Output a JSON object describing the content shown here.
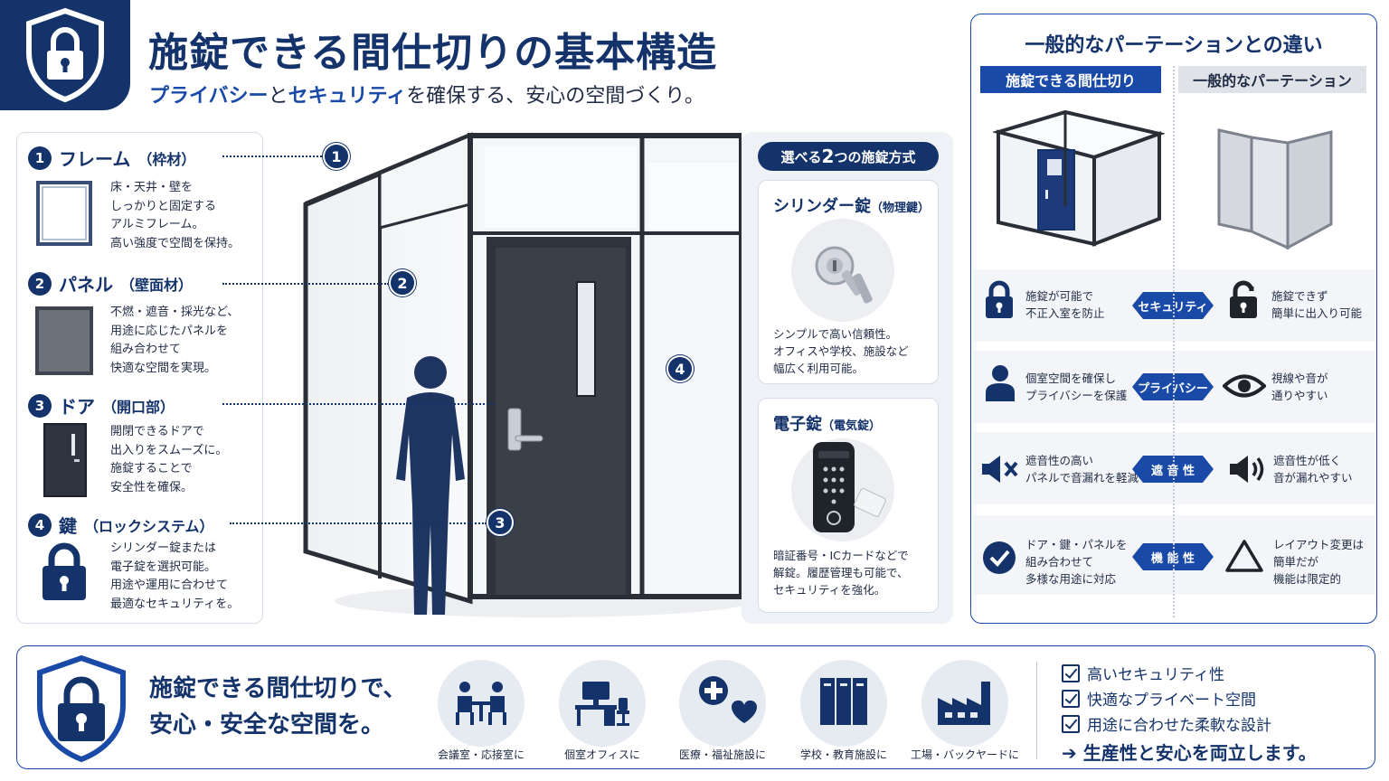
{
  "header": {
    "title": "施錠できる間仕切りの基本構造",
    "subtitle_part1": "プライバシー",
    "subtitle_part2": "と",
    "subtitle_part3": "セキュリティ",
    "subtitle_part4": "を確保する、安心の空間づくり。",
    "logo_icon": "shield-lock-icon"
  },
  "components": [
    {
      "num": "1",
      "name": "フレーム",
      "sub": "（枠材）",
      "desc": [
        "床・天井・壁を",
        "しっかりと固定する",
        "アルミフレーム。",
        "高い強度で空間を保持。"
      ]
    },
    {
      "num": "2",
      "name": "パネル",
      "sub": "（壁面材）",
      "desc": [
        "不燃・遮音・採光など、",
        "用途に応じたパネルを",
        "組み合わせて",
        "快適な空間を実現。"
      ]
    },
    {
      "num": "3",
      "name": "ドア",
      "sub": "（開口部）",
      "desc": [
        "開閉できるドアで",
        "出入りをスムーズに。",
        "施錠することで",
        "安全性を確保。"
      ]
    },
    {
      "num": "4",
      "name": "鍵",
      "sub": "（ロックシステム）",
      "desc": [
        "シリンダー錠または",
        "電子錠を選択可能。",
        "用途や運用に合わせて",
        "最適なセキュリティを。"
      ]
    }
  ],
  "callouts": [
    "1",
    "2",
    "3",
    "4"
  ],
  "lock_types": {
    "badge_pre": "選べる",
    "badge_num": "2",
    "badge_post": "つの施錠方式",
    "cylinder": {
      "name": "シリンダー錠",
      "sub": "（物理鍵）",
      "desc": [
        "シンプルで高い信頼性。",
        "オフィスや学校、施設など",
        "幅広く利用可能。"
      ]
    },
    "electronic": {
      "name": "電子錠",
      "sub": "（電気錠）",
      "desc": [
        "暗証番号・ICカードなどで",
        "解錠。履歴管理も可能で、",
        "セキュリティを強化。"
      ]
    }
  },
  "comparison": {
    "title": "一般的なパーテーションとの違い",
    "col_a": "施錠できる間仕切り",
    "col_b": "一般的なパーテーション",
    "rows": [
      {
        "a": [
          "施錠が可能で",
          "不正入室を防止"
        ],
        "badge": "セキュリティ",
        "b": [
          "施錠できず",
          "簡単に出入り可能"
        ],
        "icon_a": "lock-closed-icon",
        "icon_b": "lock-open-icon"
      },
      {
        "a": [
          "個室空間を確保し",
          "プライバシーを保護"
        ],
        "badge": "プライバシー",
        "b": [
          "視線や音が",
          "通りやすい"
        ],
        "icon_a": "person-icon",
        "icon_b": "eye-icon"
      },
      {
        "a": [
          "遮音性の高い",
          "パネルで音漏れを軽減"
        ],
        "badge": "遮 音 性",
        "b": [
          "遮音性が低く",
          "音が漏れやすい"
        ],
        "icon_a": "speaker-mute-icon",
        "icon_b": "speaker-sound-icon"
      },
      {
        "a": [
          "ドア・鍵・パネルを",
          "組み合わせて",
          "多様な用途に対応"
        ],
        "badge": "機 能 性",
        "b": [
          "レイアウト変更は",
          "簡単だが",
          "機能は限定的"
        ],
        "icon_a": "check-circle-icon",
        "icon_b": "triangle-icon"
      }
    ]
  },
  "bottom": {
    "message_line1": "施錠できる間仕切りで、",
    "message_line2": "安心・安全な空間を。",
    "use_cases": [
      {
        "label": "会議室・応接室に",
        "icon": "meeting-icon"
      },
      {
        "label": "個室オフィスに",
        "icon": "office-desk-icon"
      },
      {
        "label": "医療・福祉施設に",
        "icon": "medical-heart-icon"
      },
      {
        "label": "学校・教育施設に",
        "icon": "lockers-icon"
      },
      {
        "label": "工場・バックヤードに",
        "icon": "factory-icon"
      }
    ],
    "benefits": [
      "高いセキュリティ性",
      "快適なプライベート空間",
      "用途に合わせた柔軟な設計"
    ],
    "conclusion": "➔ 生産性と安心を両立します。"
  },
  "colors": {
    "navy": "#14336b",
    "blue": "#1a4aa8",
    "panel_bg": "#eef1f6"
  }
}
